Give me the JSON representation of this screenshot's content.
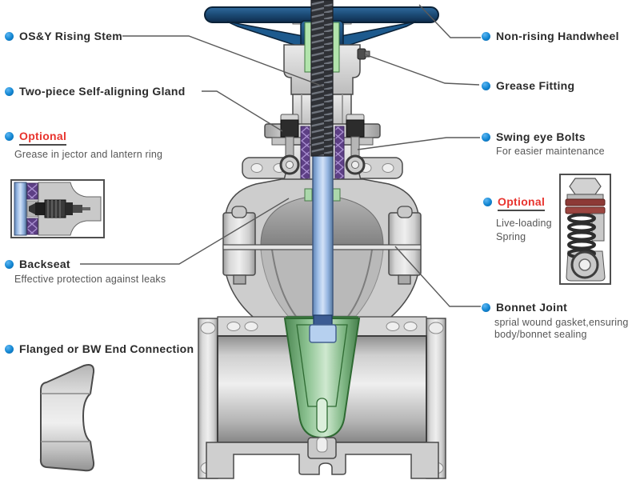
{
  "diagram_title": "Gate valve cutaway parts diagram",
  "labels": {
    "left": [
      {
        "text": "OS&Y Rising Stem"
      },
      {
        "text": "Two-piece Self-aligning Gland"
      },
      {
        "text": "Optional",
        "sub": "Grease in jector and lantern ring"
      },
      {
        "text": "Backseat",
        "sub": "Effective protection against leaks"
      },
      {
        "text": "Flanged or BW End Connection"
      }
    ],
    "right": [
      {
        "text": "Non-rising Handwheel"
      },
      {
        "text": "Grease Fitting"
      },
      {
        "text": "Swing eye Bolts",
        "sub": "For easier maintenance"
      },
      {
        "text": "Optional",
        "sub_lines": [
          "Live-loading",
          "Spring"
        ]
      },
      {
        "text": "Bonnet Joint",
        "sub_lines": [
          "sprial wound gasket,ensuring",
          "body/bonnet sealing"
        ]
      }
    ]
  },
  "colors": {
    "bullet_blue": "#1286d2",
    "optional_red": "#e8342e",
    "label_text": "#2b2b2b",
    "leader_line": "#5a5a5a",
    "handwheel_navy": "#16395c",
    "stem_blue": "#a9c6ec",
    "wedge_green": "#8fc494",
    "packing_purple": "#6a4a92",
    "spring_washer_red": "#8d3a36",
    "metal_gray": "#cccccc"
  }
}
